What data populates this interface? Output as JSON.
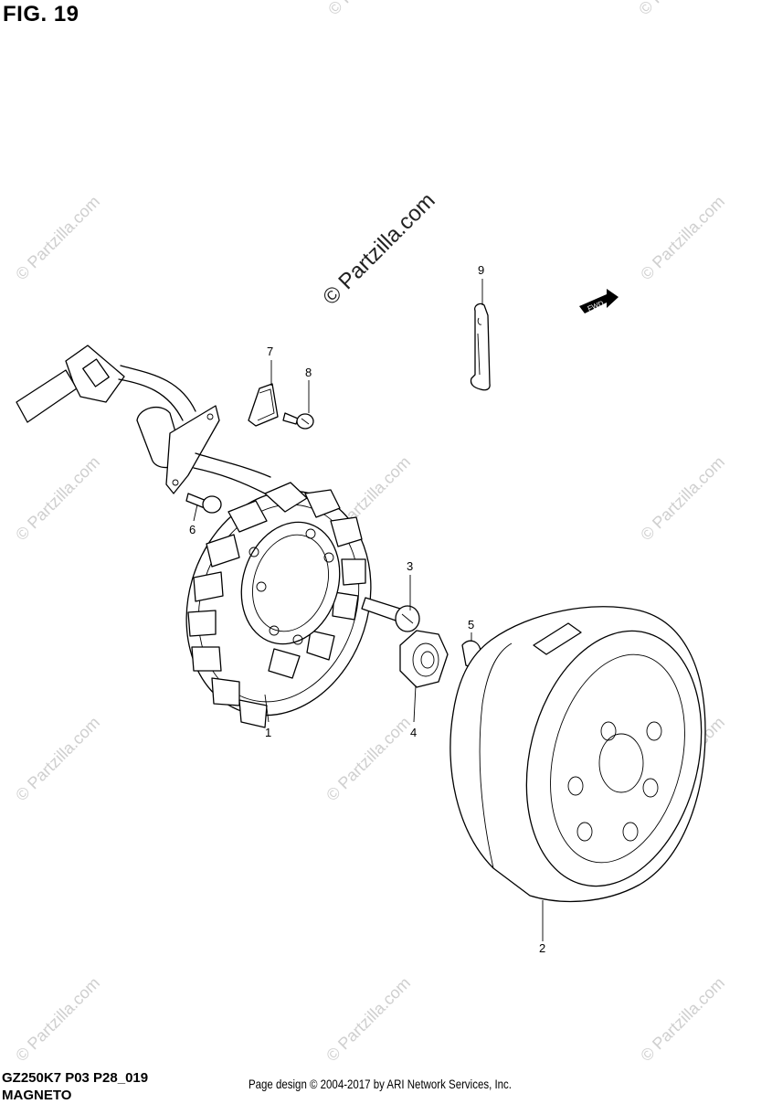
{
  "figure": {
    "title": "FIG. 19"
  },
  "watermark": {
    "main": "© Partzilla.com",
    "repeat": "© Partzilla.com"
  },
  "fwd_label": "FWD",
  "callouts": [
    {
      "id": "1",
      "label": "1"
    },
    {
      "id": "2",
      "label": "2"
    },
    {
      "id": "3",
      "label": "3"
    },
    {
      "id": "4",
      "label": "4"
    },
    {
      "id": "5",
      "label": "5"
    },
    {
      "id": "6",
      "label": "6"
    },
    {
      "id": "7",
      "label": "7"
    },
    {
      "id": "8",
      "label": "8"
    },
    {
      "id": "9",
      "label": "9"
    }
  ],
  "footer": {
    "model_code": "GZ250K7 P03 P28_019",
    "section": "MAGNETO",
    "copyright": "Page design © 2004-2017 by ARI Network Services, Inc."
  }
}
